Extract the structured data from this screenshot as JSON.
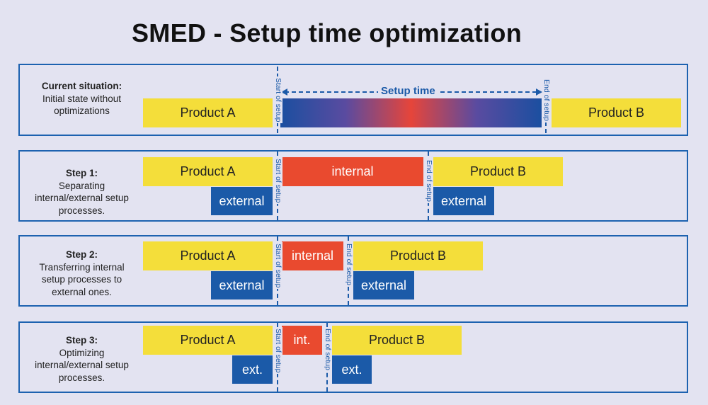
{
  "title": "SMED - Setup time optimization",
  "markers": {
    "start": "Start of setup",
    "end": "End of setup"
  },
  "current": {
    "heading": "Current situation:",
    "desc": "Initial state without optimizations",
    "product_a": "Product A",
    "product_b": "Product B",
    "setup_time": "Setup time"
  },
  "step1": {
    "heading": "Step 1:",
    "desc": "Separating internal/external setup processes.",
    "product_a": "Product A",
    "internal": "internal",
    "product_b": "Product B",
    "external_left": "external",
    "external_right": "external"
  },
  "step2": {
    "heading": "Step 2:",
    "desc": "Transferring internal setup processes to external ones.",
    "product_a": "Product A",
    "internal": "internal",
    "product_b": "Product B",
    "external_left": "external",
    "external_right": "external"
  },
  "step3": {
    "heading": "Step 3:",
    "desc": "Optimizing internal/external setup processes.",
    "product_a": "Product A",
    "internal": "int.",
    "product_b": "Product B",
    "external_left": "ext.",
    "external_right": "ext."
  },
  "colors": {
    "product": "#f4de3a",
    "internal": "#e94a2f",
    "external": "#1b5aa8",
    "panel_border": "#1d62b0"
  }
}
